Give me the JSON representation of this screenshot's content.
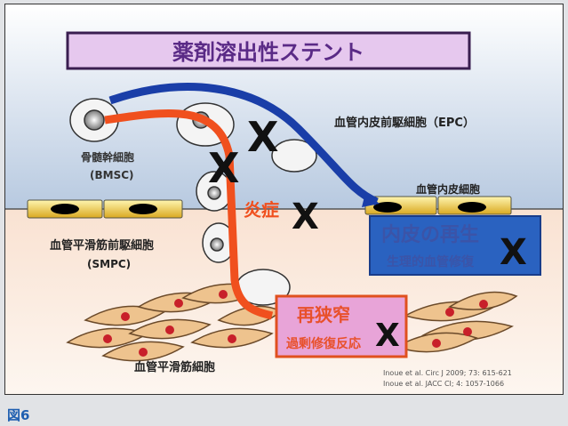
{
  "title": "薬剤溶出性ステント",
  "labels": {
    "epc": "血管内皮前駆細胞（EPC）",
    "bmsc": "骨髄幹細胞",
    "bmsc_abbr": "(BMSC)",
    "endothelial": "血管内皮細胞",
    "inflammation": "炎症",
    "smpc": "血管平滑筋前駆細胞",
    "smpc_abbr": "(SMPC)",
    "smc": "血管平滑筋細胞"
  },
  "boxes": {
    "regen_title": "内皮の再生",
    "regen_sub": "生理的血管修復",
    "restenosis_title": "再狭窄",
    "restenosis_sub": "過剰修復反応"
  },
  "marks": {
    "x": "X"
  },
  "citations": [
    "Inoue et al. Circ J 2009; 73: 615-621",
    "Inoue et al. JACC CI; 4: 1057-1066"
  ],
  "caption": "図6",
  "colors": {
    "blue_path": "#1a3ea8",
    "orange_path": "#f0501e",
    "title_box": "#e6c8ee"
  }
}
